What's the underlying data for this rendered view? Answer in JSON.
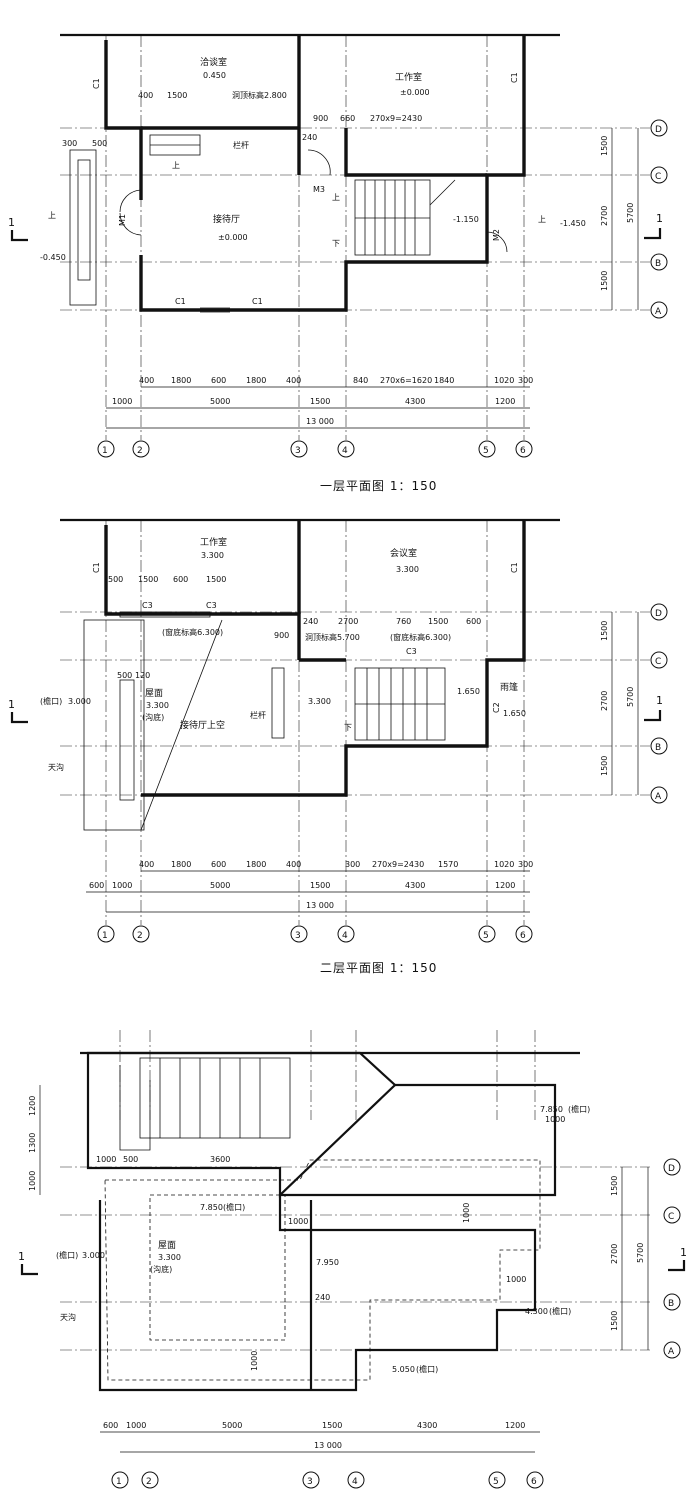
{
  "plans": [
    {
      "title": "一层平面图 1：150",
      "rooms": [
        "洽谈室",
        "工作室",
        "接待厅"
      ],
      "elevations": [
        "0.450",
        "±0.000",
        "±0.000",
        "-1.150",
        "-1.450",
        "-0.450"
      ],
      "notes": [
        "洞顶标高2.800",
        "栏杆"
      ],
      "doors": [
        "M1",
        "M2",
        "M3"
      ],
      "windows": [
        "C1",
        "C1",
        "C1",
        "C1"
      ],
      "stairs": [
        "上",
        "下",
        "上",
        "上",
        "上"
      ],
      "top_dims": [
        "400",
        "1500",
        "900",
        "660",
        "270x9=2430",
        "300",
        "500",
        "240"
      ],
      "dims_row1": [
        "400",
        "1800",
        "600",
        "1800",
        "400",
        "840",
        "270x6=1620",
        "1840",
        "1020",
        "300"
      ],
      "dims_row2": [
        "1000",
        "5000",
        "1500",
        "4300",
        "1200"
      ],
      "dims_total": "13 000",
      "right_dims": [
        "1500",
        "2700",
        "1500",
        "5700"
      ]
    },
    {
      "title": "二层平面图 1：150",
      "rooms": [
        "工作室",
        "会议室",
        "屋面",
        "接待厅上空",
        "雨篷"
      ],
      "elevations": [
        "3.300",
        "3.300",
        "3.300",
        "3.300",
        "1.650",
        "1.650",
        "3.000"
      ],
      "notes": [
        "(窗底标高6.300)",
        "洞顶标高5.700",
        "(窗底标高6.300)",
        "(沟底)",
        "(檐口)",
        "天沟",
        "栏杆"
      ],
      "windows": [
        "C1",
        "C1",
        "C3",
        "C3",
        "C3",
        "C2"
      ],
      "stairs": [
        "下"
      ],
      "top_dims": [
        "500",
        "1500",
        "600",
        "1500",
        "240",
        "2700",
        "760",
        "1500",
        "600",
        "900",
        "500",
        "120"
      ],
      "dims_row1": [
        "400",
        "1800",
        "600",
        "1800",
        "400",
        "300",
        "270x9=2430",
        "1570",
        "1020",
        "300"
      ],
      "dims_row2": [
        "600",
        "1000",
        "5000",
        "1500",
        "4300",
        "1200"
      ],
      "dims_total": "13 000",
      "right_dims": [
        "1500",
        "2700",
        "1500",
        "5700"
      ]
    },
    {
      "title": "",
      "rooms": [
        "屋面"
      ],
      "elevations": [
        "7.850",
        "7.850",
        "7.950",
        "3.300",
        "3.000",
        "4.300",
        "5.050"
      ],
      "notes": [
        "(檐口)",
        "(檐口)",
        "(沟底)",
        "(檐口)",
        "(檐口)",
        "(檐口)",
        "天沟"
      ],
      "top_dims": [
        "1000",
        "500",
        "3600"
      ],
      "inner_dims": [
        "1000",
        "1000",
        "1000",
        "240",
        "1000",
        "1000"
      ],
      "left_dims": [
        "1200",
        "1300",
        "1000"
      ],
      "dims_row2": [
        "600",
        "1000",
        "5000",
        "1500",
        "4300",
        "1200"
      ],
      "dims_total": "13 000",
      "right_dims": [
        "1500",
        "2700",
        "1500",
        "5700"
      ]
    }
  ],
  "axes_x": [
    "1",
    "2",
    "3",
    "4",
    "5",
    "6"
  ],
  "axes_y": [
    "D",
    "C",
    "B",
    "A"
  ],
  "section_mark": "1"
}
